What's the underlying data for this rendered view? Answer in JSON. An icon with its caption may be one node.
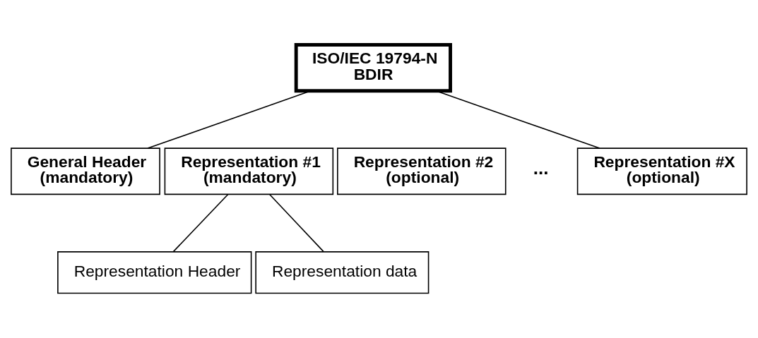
{
  "diagram": {
    "nodes": [
      {
        "text": [
          "ISO/IEC 19794-N",
          "BDIR"
        ]
      },
      {
        "text": [
          "General Header",
          "(mandatory)"
        ]
      },
      {
        "text": [
          "Representation #1",
          "(mandatory)"
        ]
      },
      {
        "text": [
          "Representation #2",
          "(optional)"
        ]
      },
      {
        "text": [
          "Representation #X",
          "(optional)"
        ]
      },
      {
        "text": [
          "Representation Header"
        ]
      },
      {
        "text": [
          "Representation data"
        ]
      }
    ],
    "edges": [
      {
        "from": 0,
        "to": 1,
        "arrow": "none"
      },
      {
        "from": 0,
        "to": 4,
        "arrow": "none"
      },
      {
        "from": 2,
        "to": 5,
        "arrow": "none"
      },
      {
        "from": 2,
        "to": 6,
        "arrow": "none"
      }
    ],
    "labels": [
      "..."
    ]
  }
}
